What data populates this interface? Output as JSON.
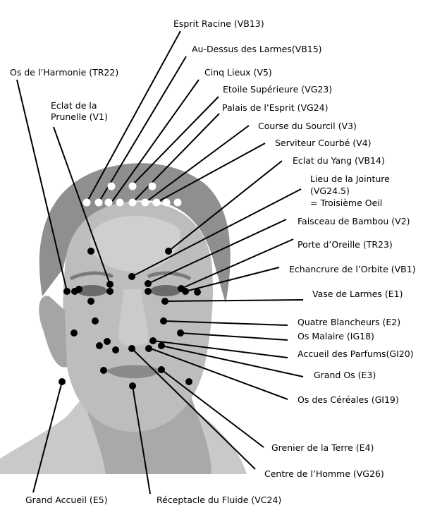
{
  "title": "Points d'acupuncture du visage",
  "colors": {
    "line": "#000000",
    "point_dark": "#000000",
    "point_light": "#ffffff",
    "background": "#ffffff"
  },
  "labels": [
    {
      "id": "vb13",
      "lines": [
        "Esprit Racine (VB13)"
      ]
    },
    {
      "id": "vb15",
      "lines": [
        "Au-Dessus des Larmes(VB15)"
      ]
    },
    {
      "id": "tr22",
      "lines": [
        "Os de l’Harmonie (TR22)"
      ]
    },
    {
      "id": "v5",
      "lines": [
        "Cinq Lieux (V5)"
      ]
    },
    {
      "id": "v1",
      "lines": [
        "Eclat de la",
        "Prunelle (V1)"
      ]
    },
    {
      "id": "vg23",
      "lines": [
        "Etoile Supérieure (VG23)"
      ]
    },
    {
      "id": "vg24",
      "lines": [
        "Palais de l’Esprit (VG24)"
      ]
    },
    {
      "id": "v3",
      "lines": [
        "Course du Sourcil (V3)"
      ]
    },
    {
      "id": "v4",
      "lines": [
        "Serviteur Courbé (V4)"
      ]
    },
    {
      "id": "vb14",
      "lines": [
        "Eclat du Yang (VB14)"
      ]
    },
    {
      "id": "vg245",
      "lines": [
        "Lieu de la Jointure",
        "(VG24.5)",
        "= Troisième Oeil"
      ]
    },
    {
      "id": "v2",
      "lines": [
        "Faisceau de Bambou (V2)"
      ]
    },
    {
      "id": "tr23",
      "lines": [
        "Porte d’Oreille (TR23)"
      ]
    },
    {
      "id": "vb1",
      "lines": [
        "Echancrure de l’Orbite (VB1)"
      ]
    },
    {
      "id": "e1",
      "lines": [
        "Vase de Larmes (E1)"
      ]
    },
    {
      "id": "e2",
      "lines": [
        "Quatre Blancheurs (E2)"
      ]
    },
    {
      "id": "ig18",
      "lines": [
        "Os Malaire (IG18)"
      ]
    },
    {
      "id": "gi20",
      "lines": [
        "Accueil des Parfums(GI20)"
      ]
    },
    {
      "id": "e3",
      "lines": [
        "Grand Os (E3)"
      ]
    },
    {
      "id": "gi19",
      "lines": [
        "Os des Céréales (GI19)"
      ]
    },
    {
      "id": "e4",
      "lines": [
        "Grenier de la Terre (E4)"
      ]
    },
    {
      "id": "vg26",
      "lines": [
        "Centre de l’Homme (VG26)"
      ]
    },
    {
      "id": "e5",
      "lines": [
        "Grand Accueil (E5)"
      ]
    },
    {
      "id": "vc24",
      "lines": [
        "Réceptacle du Fluide (VC24)"
      ]
    }
  ]
}
